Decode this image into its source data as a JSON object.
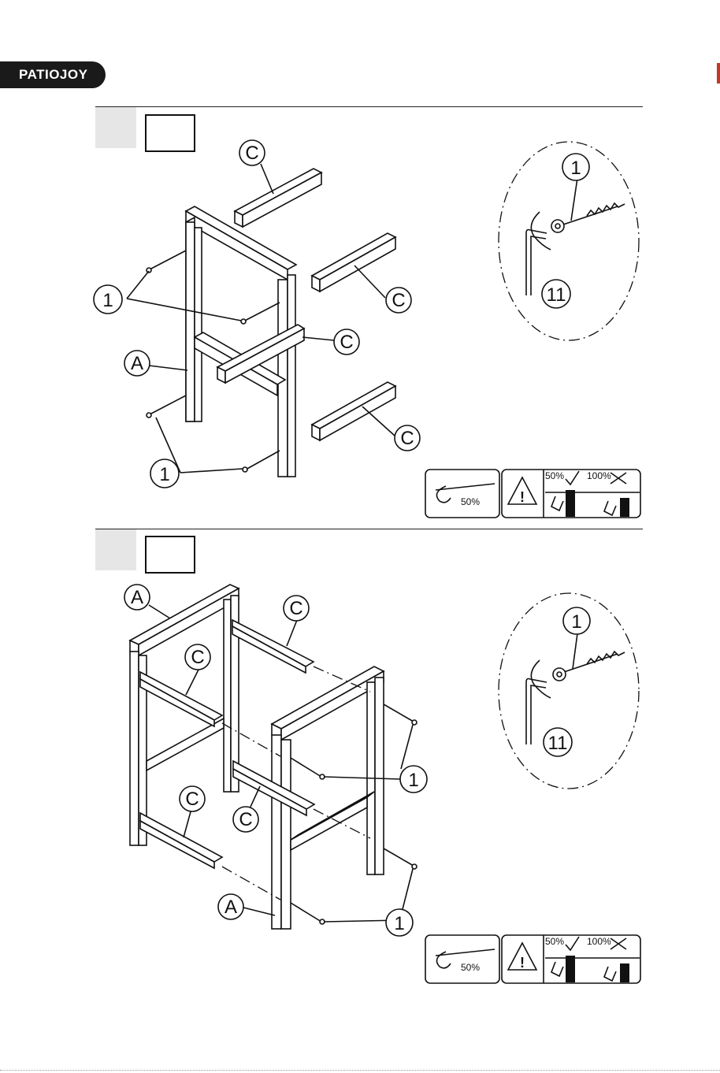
{
  "brand": {
    "logo_text": "PATIOJOY"
  },
  "steps": [
    {
      "labels": {
        "screw": "1",
        "frame": "A",
        "bar": "C"
      },
      "callout": {
        "screw": "1",
        "tool": "11"
      },
      "torque": {
        "percent": "50%"
      },
      "warning": {
        "ok_percent": "50%",
        "bad_percent": "100%"
      }
    },
    {
      "labels": {
        "screw": "1",
        "frame": "A",
        "bar": "C"
      },
      "callout": {
        "screw": "1",
        "tool": "11"
      },
      "torque": {
        "percent": "50%"
      },
      "warning": {
        "ok_percent": "50%",
        "bad_percent": "100%"
      }
    }
  ],
  "colors": {
    "ink": "#111111",
    "step_fill": "#e6e6e6",
    "logo_bg": "#1a1a1a"
  }
}
